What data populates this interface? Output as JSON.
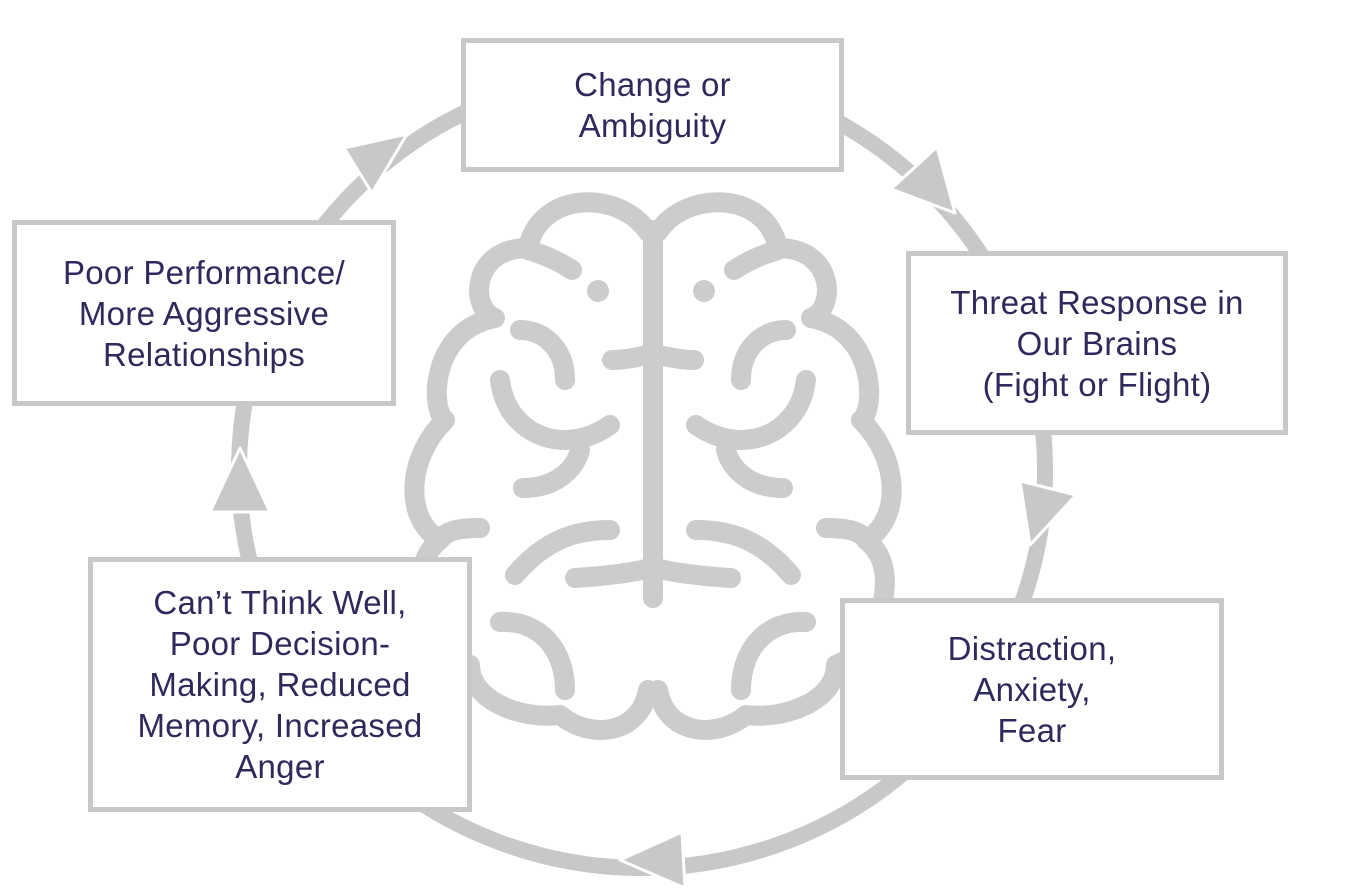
{
  "diagram": {
    "nodes": [
      {
        "id": "change",
        "label": "Change or\nAmbiguity"
      },
      {
        "id": "threat",
        "label": "Threat Response in\nOur Brains\n(Fight or Flight)"
      },
      {
        "id": "distraction",
        "label": "Distraction,\nAnxiety,\nFear"
      },
      {
        "id": "cant_think",
        "label": "Can’t Think Well,\nPoor Decision-\nMaking, Reduced\nMemory, Increased\nAnger"
      },
      {
        "id": "poor_perf",
        "label": "Poor Performance/\nMore Aggressive\nRelationships"
      }
    ],
    "edges": [
      {
        "from": "change",
        "to": "threat"
      },
      {
        "from": "threat",
        "to": "distraction"
      },
      {
        "from": "distraction",
        "to": "cant_think"
      },
      {
        "from": "cant_think",
        "to": "poor_perf"
      },
      {
        "from": "poor_perf",
        "to": "change"
      }
    ],
    "center_icon": "brain-icon",
    "colors": {
      "cycle_stroke": "#c8c8c8",
      "box_border": "#c8c8c8",
      "label_text": "#2e2a5c",
      "brain": "#cccccc"
    }
  }
}
